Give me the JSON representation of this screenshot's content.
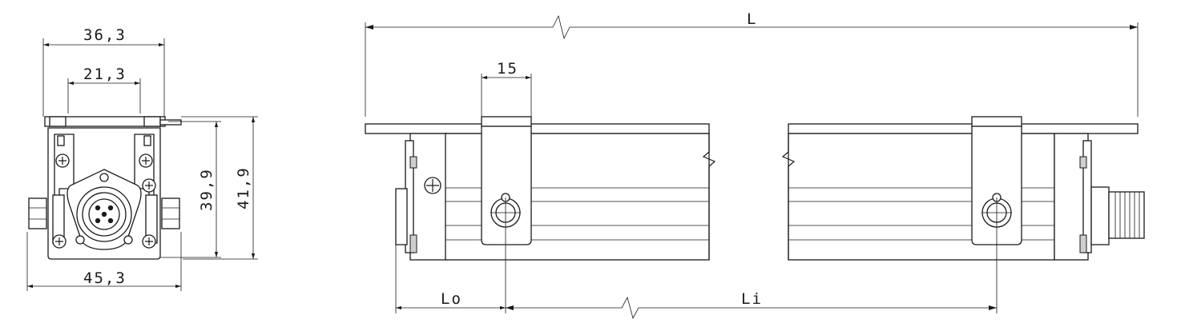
{
  "drawing": {
    "front_view": {
      "dim_width_top": "36,3",
      "dim_width_inner": "21,3",
      "dim_height_inner": "39,9",
      "dim_height_total": "41,9",
      "dim_width_bottom": "45,3"
    },
    "side_view": {
      "dim_overall_length": "L",
      "dim_bracket_width": "15",
      "dim_offset": "Lo",
      "dim_mount_spacing": "Li"
    }
  }
}
